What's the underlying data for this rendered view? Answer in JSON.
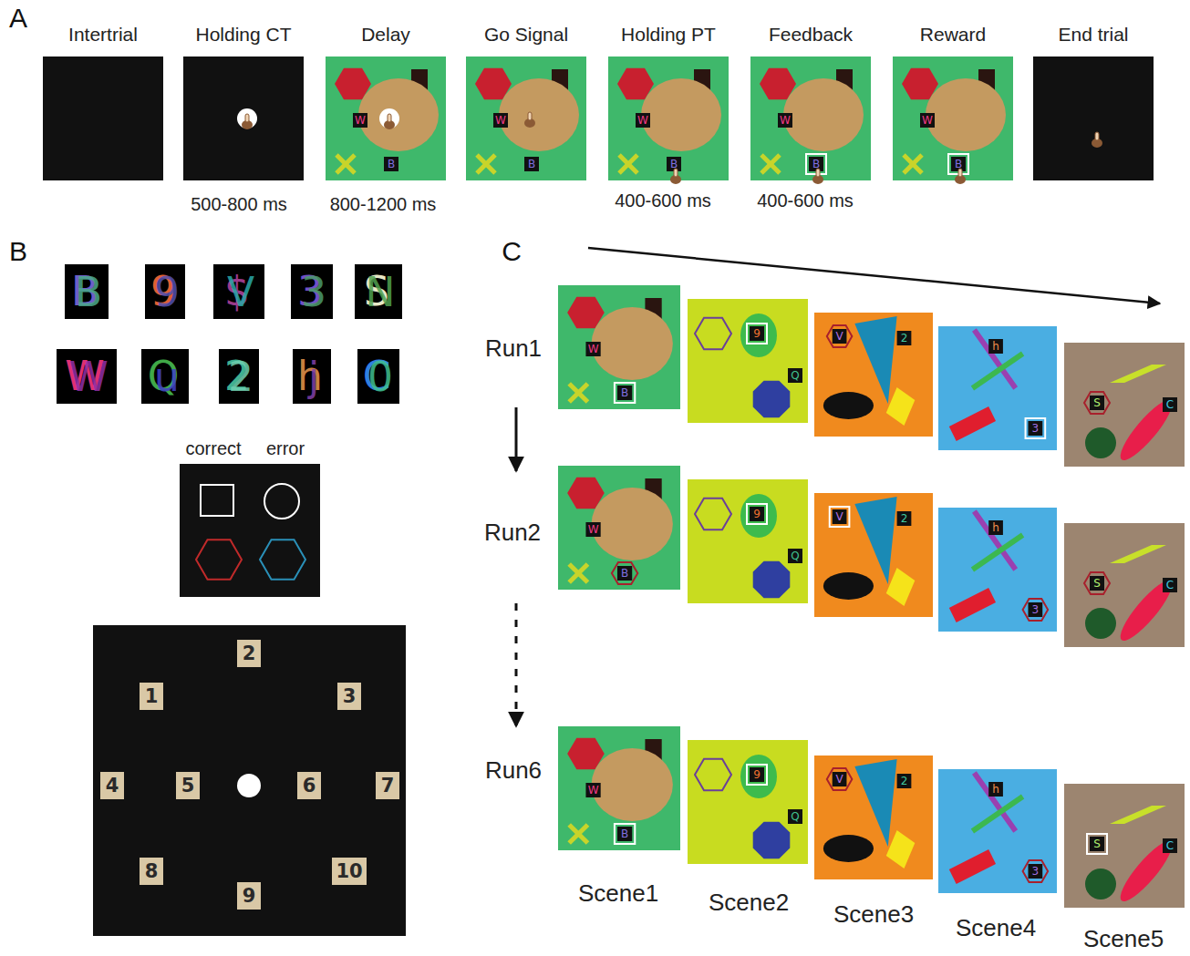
{
  "diagram": {
    "nodes": [
      {
        "text": [
          "1"
        ]
      },
      {
        "text": [
          "2"
        ]
      },
      {
        "text": [
          "3"
        ]
      },
      {
        "text": [
          "4"
        ]
      },
      {
        "text": [
          "5"
        ]
      },
      {
        "text": [
          "6"
        ]
      },
      {
        "text": [
          "7"
        ]
      },
      {
        "text": [
          "8"
        ]
      },
      {
        "text": [
          "9"
        ]
      },
      {
        "text": [
          "10"
        ]
      }
    ],
    "labels": [
      "A",
      "B",
      "C",
      "Intertrial",
      "Holding CT",
      "Delay",
      "Go Signal",
      "Holding PT",
      "Feedback",
      "Reward",
      "End trial",
      "500-800 ms",
      "800-1200 ms",
      "400-600 ms",
      "400-600 ms",
      "W",
      "B",
      "W",
      "B",
      "W",
      "B",
      "W",
      "B",
      "W",
      "B",
      "B",
      "B",
      "9",
      "9",
      "$",
      "V",
      "3",
      "3",
      "S",
      "N",
      "W",
      "W",
      "Q",
      "u",
      "2",
      "2",
      "h",
      "j",
      "C",
      "0",
      "Run1",
      "Run2",
      "Run6",
      "Scene1",
      "Scene2",
      "Scene3",
      "Scene4",
      "Scene5",
      "W",
      "B",
      "9",
      "Q",
      "V",
      "2",
      "h",
      "3",
      "S",
      "C",
      "W",
      "B",
      "9",
      "Q",
      "V",
      "2",
      "h",
      "3",
      "S",
      "C",
      "W",
      "B",
      "9",
      "Q",
      "V",
      "2",
      "h",
      "3",
      "S",
      "C"
    ],
    "legend": [
      {
        "text": "correct"
      },
      {
        "text": "error"
      }
    ]
  }
}
